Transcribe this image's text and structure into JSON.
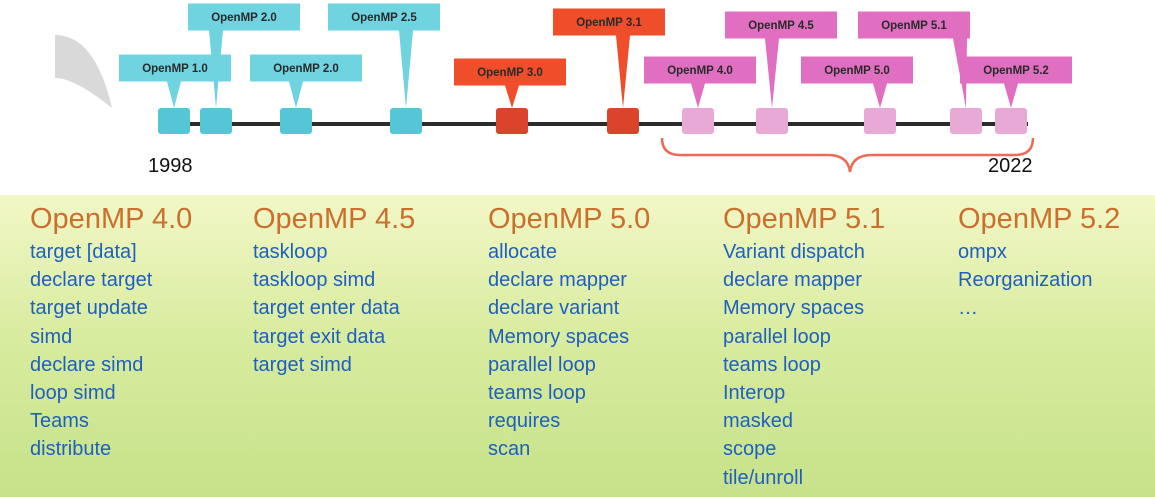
{
  "timeline": {
    "start_year": "1998",
    "end_year": "2022",
    "colors": {
      "cyan": "#6fd3e0",
      "red": "#f04e2a",
      "pink": "#e06fc2",
      "axis": "#2b2b2b",
      "brace": "#ef6a55"
    },
    "releases": [
      {
        "label": "OpenMP 1.0",
        "color": "cyan"
      },
      {
        "label": "OpenMP 2.0",
        "color": "cyan"
      },
      {
        "label": "OpenMP 2.0",
        "color": "cyan"
      },
      {
        "label": "OpenMP 2.5",
        "color": "cyan"
      },
      {
        "label": "OpenMP 3.0",
        "color": "red"
      },
      {
        "label": "OpenMP 3.1",
        "color": "red"
      },
      {
        "label": "OpenMP 4.0",
        "color": "pink"
      },
      {
        "label": "OpenMP 4.5",
        "color": "pink"
      },
      {
        "label": "OpenMP 5.0",
        "color": "pink"
      },
      {
        "label": "OpenMP 5.1",
        "color": "pink"
      },
      {
        "label": "OpenMP 5.2",
        "color": "pink"
      }
    ]
  },
  "columns": [
    {
      "title": "OpenMP 4.0",
      "items": [
        "target [data]",
        "declare target",
        "target update",
        "simd",
        "declare simd",
        "loop simd",
        "Teams",
        "distribute"
      ]
    },
    {
      "title": "OpenMP 4.5",
      "items": [
        "taskloop",
        "taskloop simd",
        "target enter data",
        "target exit data",
        "target simd"
      ]
    },
    {
      "title": "OpenMP 5.0",
      "items": [
        "allocate",
        "declare mapper",
        "declare variant",
        "Memory spaces",
        "parallel loop",
        "teams loop",
        "requires",
        "scan"
      ]
    },
    {
      "title": "OpenMP 5.1",
      "items": [
        "Variant dispatch",
        "declare mapper",
        "Memory spaces",
        "parallel loop",
        "teams loop",
        "Interop",
        "masked",
        "scope",
        "tile/unroll"
      ]
    },
    {
      "title": "OpenMP 5.2",
      "items": [
        "ompx",
        "Reorganization",
        "…"
      ]
    }
  ]
}
